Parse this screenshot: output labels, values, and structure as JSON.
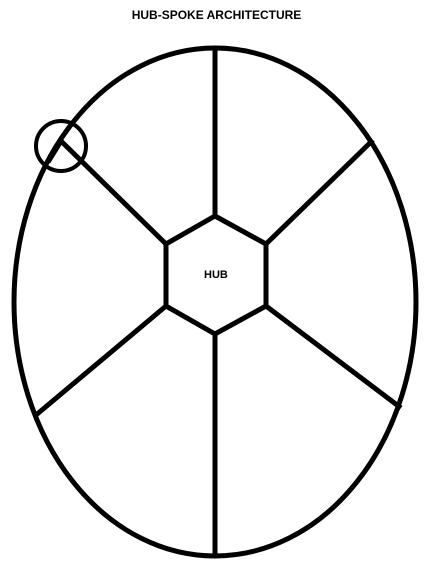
{
  "title": "HUB-SPOKE ARCHITECTURE",
  "hub": {
    "label": "HUB"
  },
  "style": {
    "stroke_color": "#000000",
    "background_color": "#ffffff"
  },
  "diagram": {
    "outer_shape": "ellipse",
    "hub_shape": "hexagon",
    "spoke_count": 6,
    "marker_shape": "circle"
  }
}
